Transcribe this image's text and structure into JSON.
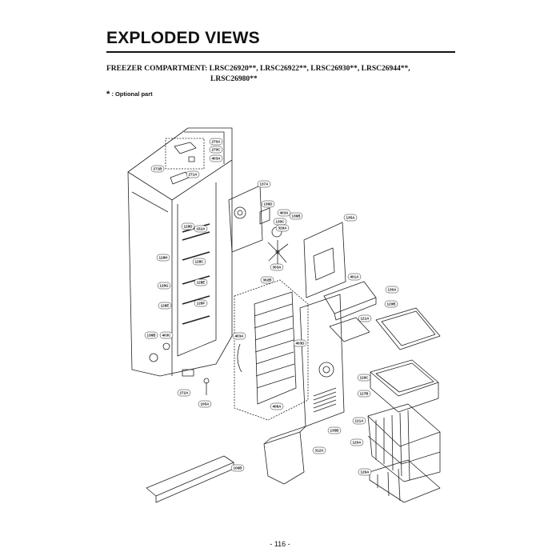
{
  "header": {
    "title": "EXPLODED VIEWS",
    "subtitle_line1": "FREEZER COMPARTMENT: LRSC26920**, LRSC26922**, LRSC26930**, LRSC26944**,",
    "subtitle_line2": "LRSC26980**",
    "note_star": "*",
    "note_text": " : Optional part"
  },
  "callouts": [
    "270A",
    "270C",
    "403A",
    "271B",
    "271A",
    "137A",
    "136D",
    "403A",
    "130C",
    "136B",
    "329A",
    "135A",
    "128D",
    "152A",
    "128H",
    "128C",
    "128G",
    "128E",
    "128E",
    "128F",
    "136B",
    "403C",
    "303A",
    "302B",
    "401A",
    "130A",
    "120B",
    "121A",
    "403A",
    "403D",
    "129C",
    "127B",
    "121A",
    "120A",
    "272A",
    "105A",
    "408A",
    "135B",
    "312A",
    "106B",
    "126A"
  ],
  "footer": {
    "page_number": "- 116 -"
  }
}
